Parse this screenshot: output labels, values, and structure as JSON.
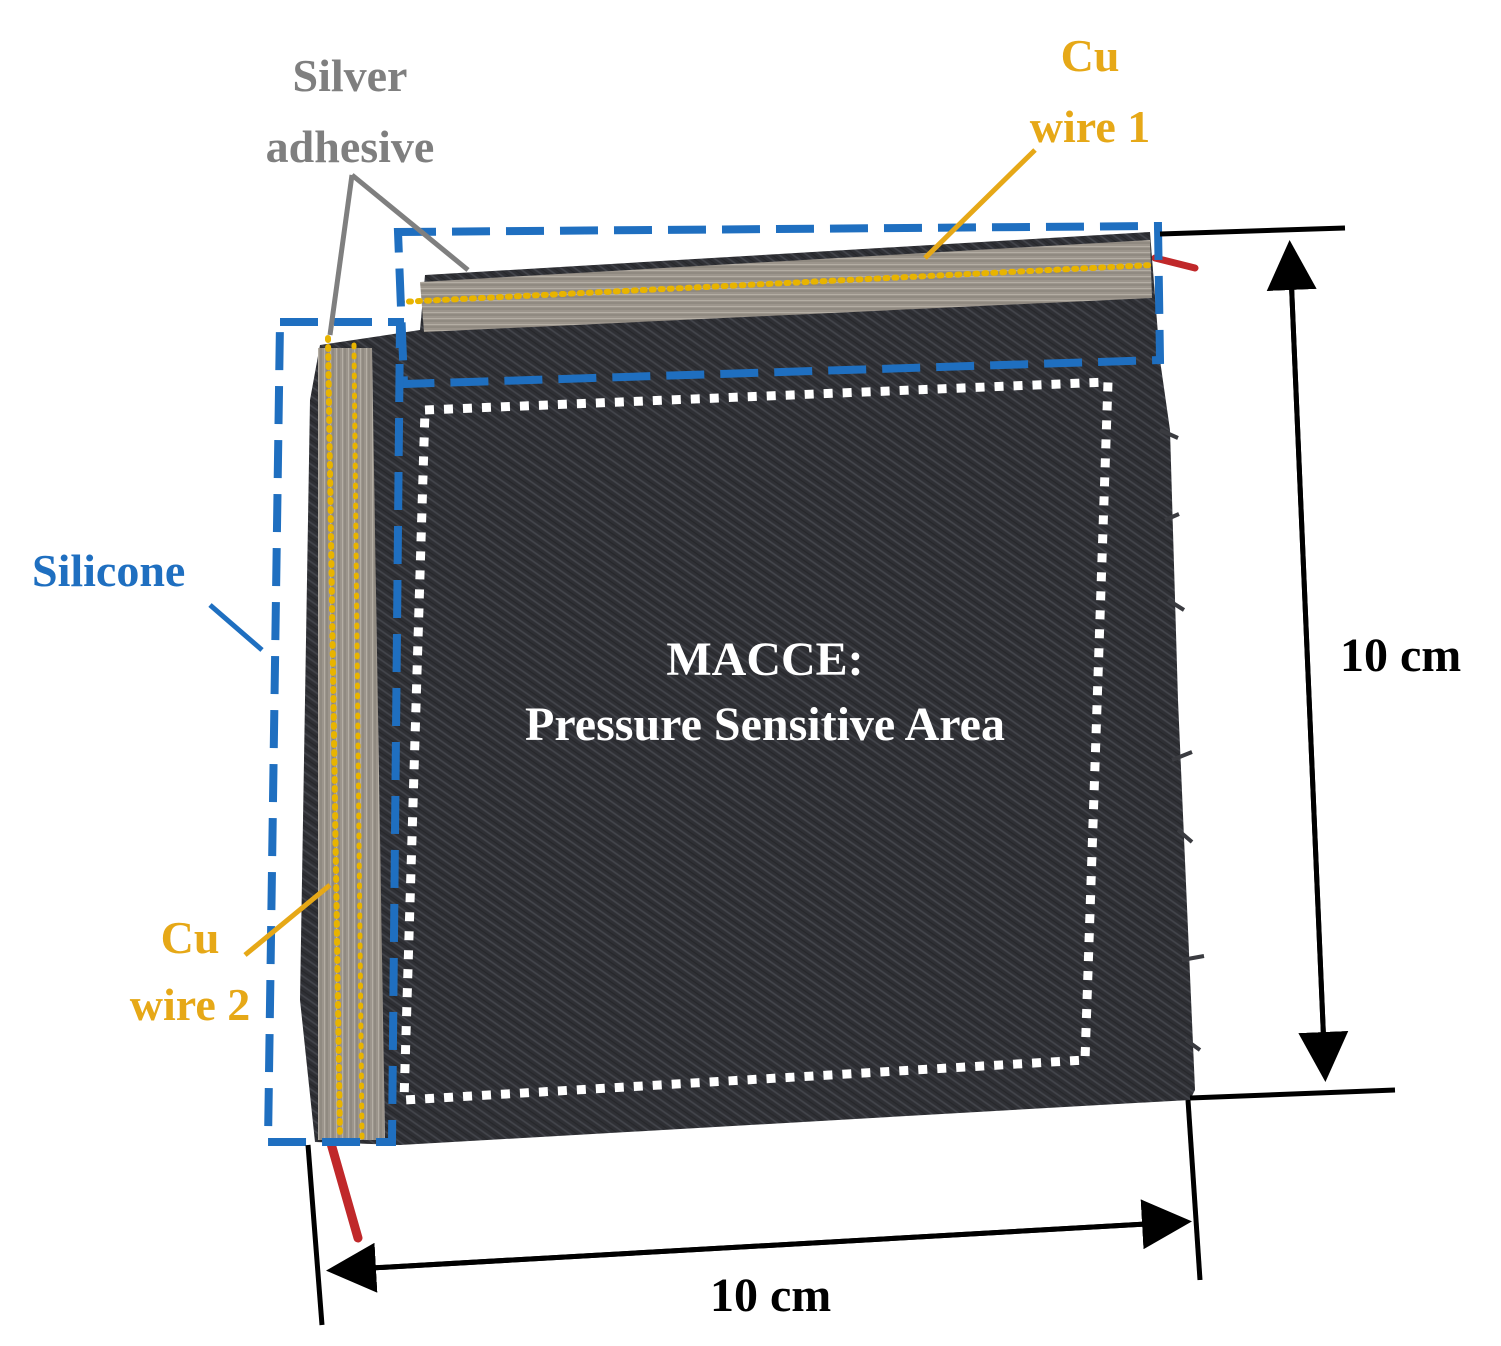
{
  "colors": {
    "background": "#ffffff",
    "fabric": "#2f3035",
    "fabric_weave": "#44464c",
    "fabric_edge": "#3a3b40",
    "silver_strip": "#9c958c",
    "silver_strip_light": "#bdb6ac",
    "silicone_dash": "#1f6fc0",
    "cu_wire_dots": "#e8b400",
    "cu_label": "#e6a817",
    "sensitive_area_dots": "#ffffff",
    "silver_label": "#7f7f7f",
    "silicone_label": "#1f6fc0",
    "dimension": "#000000",
    "red_wire": "#c0282a"
  },
  "labels": {
    "silver_adhesive": [
      "Silver",
      "adhesive"
    ],
    "cu_wire_1": [
      "Cu",
      "wire 1"
    ],
    "cu_wire_2": [
      "Cu",
      "wire 2"
    ],
    "silicone": "Silicone",
    "sensitive_area": [
      "MACCE:",
      "Pressure Sensitive Area"
    ]
  },
  "dimensions": {
    "width_label": "10 cm",
    "height_label": "10 cm"
  }
}
